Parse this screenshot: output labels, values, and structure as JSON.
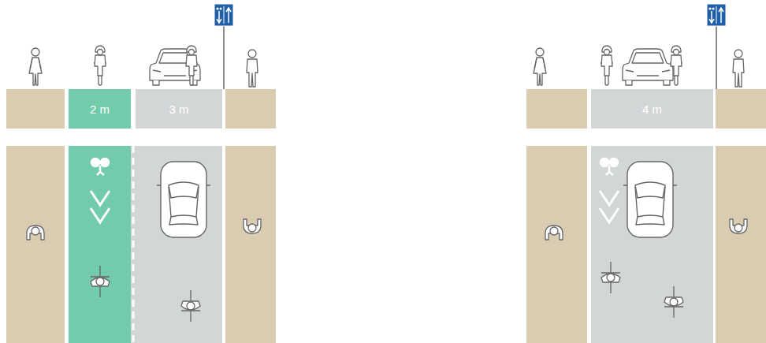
{
  "diagram": {
    "nodes": [
      {
        "text": [
          "2 m"
        ]
      },
      {
        "text": [
          "3 m"
        ]
      },
      {
        "text": [
          "4 m"
        ]
      }
    ]
  }
}
